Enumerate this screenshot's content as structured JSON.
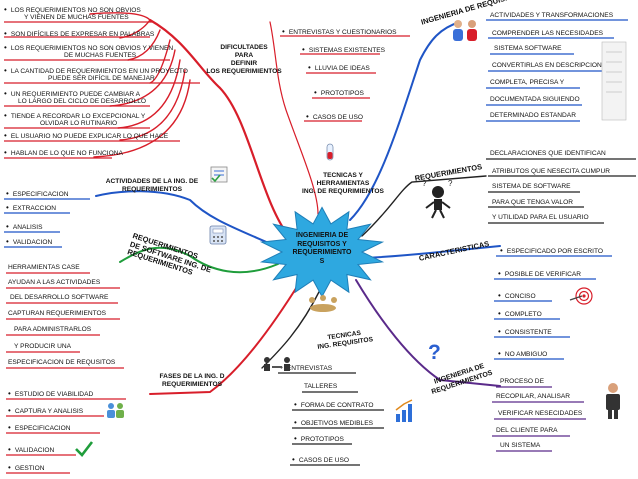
{
  "colors": {
    "red": "#d81e2a",
    "blue": "#1f55c6",
    "green": "#1f9d3b",
    "purple": "#5a2a8a",
    "black": "#222222",
    "star": "#2ea8e0"
  },
  "center": [
    "INGENIERIA DE",
    "REQUISITOS Y",
    "REQUERIMIENTO",
    "S"
  ],
  "dificultades": {
    "title": [
      "DIFICULTADES",
      "PARA",
      "DEFINIR",
      "LOS REQUERIMIENTOS"
    ],
    "items": [
      [
        "LOS REQUERIMIENTOS NO SON OBVIOS",
        "Y VIENEN DE MUCHAS FUENTES"
      ],
      [
        "SON DIFÍCILES DE EXPRESAR EN PALABRAS"
      ],
      [
        "LOS REQUERIMIENTOS NO SON OBVIOS Y VIENEN",
        "DE MUCHAS FUENTES"
      ],
      [
        "LA CANTIDAD DE REQUERIMIENTOS EN UN PROYECTO",
        "PUEDE SER DIFÍCIL DE MANEJAR"
      ],
      [
        "UN REQUERIMIENTO PUEDE CAMBIAR A",
        "LO LARGO DEL CICLO DE DESARROLLO"
      ],
      [
        "TIENDE A RECORDAR LO EXCEPCIONAL Y",
        "OLVIDAR LO RUTINARIO"
      ],
      [
        "EL USUARIO NO PUEDE EXPLICAR LO QUE HACE"
      ],
      [
        "HABLAN DE LO QUE NO FUNCIONA"
      ]
    ]
  },
  "tecnicas_herr": {
    "title": [
      "TECNICAS Y",
      "HERRAMIENTAS",
      "ING. DE REQURIMIENTOS"
    ],
    "items": [
      "ENTREVISTAS Y CUESTIONARIOS",
      "SISTEMAS EXISTENTES",
      "LLUVIA DE IDEAS",
      "PROTOTIPOS",
      "CASOS DE USO"
    ]
  },
  "ing_requisitos": {
    "title": "INGENIERIA DE REQUISITOS",
    "items": [
      "ACTIVIDADES Y TRANSFORMACIONES",
      "COMPRENDER LAS NECESIDADES",
      "SISTEMA SOFTWARE",
      "CONVERTIRLAS EN DESCRIPCION",
      "COMPLETA, PRECISA Y",
      "DOCUMENTADA SIGUIENDO",
      "DETERMINADO ESTANDAR"
    ]
  },
  "requerimientos": {
    "title": "REQUERIMIENTOS",
    "items": [
      "DECLARACIONES QUE IDENTIFICAN",
      "ATRIBUTOS QUE NESECITA CUMPUR",
      "SISTEMA DE SOFTWARE",
      "PARA QUE TENGA VALOR",
      "Y UTILIDAD PARA EL USUARIO"
    ]
  },
  "caracteristicas": {
    "title": "CARACTERISTICAS",
    "items": [
      "ESPECIFICADO POR ESCRITO",
      "POSIBLE DE VERIFICAR",
      "CONCISO",
      "COMPLETO",
      "CONSISTENTE",
      "NO AMBIGUO"
    ]
  },
  "ing_requerimientos": {
    "title": "INGENIERIA DE REQUERIMIENTOS",
    "items": [
      "PROCESO DE",
      "RECOPILAR, ANALISAR",
      "VERIFICAR NESECIDADES",
      "DEL CLIENTE PARA",
      "UN SISTEMA"
    ]
  },
  "tecnicas": {
    "title": [
      "TECNICAS",
      "ING. REQUISITOS"
    ],
    "items": [
      "ENTREVISTAS",
      "TALLERES",
      "FORMA DE CONTRATO",
      "OBJETIVOS MEDIBLES",
      "PROTOTIPOS",
      "CASOS DE USO"
    ]
  },
  "fases": {
    "title": [
      "FASES DE LA ING. D",
      "REQUERIMIENTOS"
    ],
    "items": [
      "ESTUDIO DE VIABILIDAD",
      "CAPTURA Y ANALISIS",
      "ESPECIFICACION",
      "VALIDACION",
      "GESTION"
    ]
  },
  "herramientas": {
    "title": [
      "REQUERIMIENTOS",
      "DE SOFTWARE ING. DE",
      "REQUERIMIENTOS"
    ],
    "items": [
      "HERRAMIENTAS CASE",
      "AYUDAN A LAS ACTIVIDADES",
      "DEL DESARROLLO SOFTWARE",
      "CAPTURAN REQUERIMIENTOS",
      "PARA ADMINISTRARLOS",
      "Y PRODUCIR UNA",
      "ESPECIFICACION DE REQUSITOS"
    ]
  },
  "actividades": {
    "title": [
      "ACTIVIDADES DE LA ING. DE",
      "REQUERIMIENTOS"
    ],
    "items": [
      "ESPECIFICACION",
      "EXTRACCION",
      "ANALISIS",
      "VALIDACION"
    ]
  }
}
